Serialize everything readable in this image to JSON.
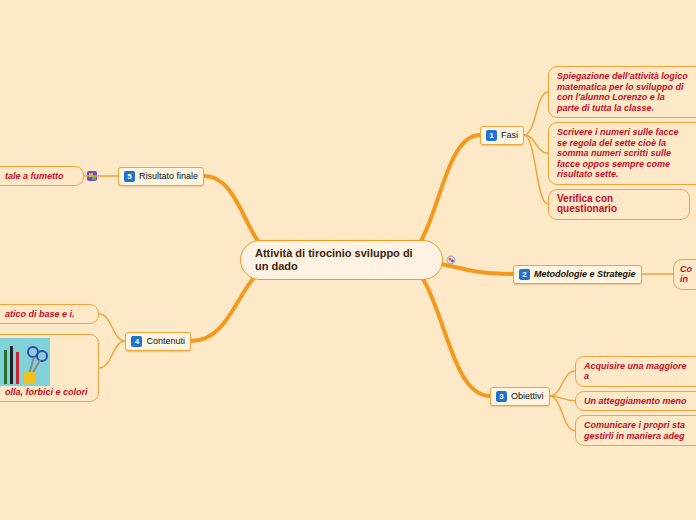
{
  "diagram": {
    "nodes": [
      {
        "text": [
          "Attività di tirocinio sviluppo di un dado"
        ]
      },
      {
        "text": [
          "1",
          "Fasi"
        ]
      },
      {
        "text": [
          "Spiegazione dell'attività logico matematica per lo sviluppo di con l'alunno Lorenzo e la parte di tutta la classe."
        ]
      },
      {
        "text": [
          "Scrivere i numeri sulle facce se regola del sette cioè la somma numeri scritti sulle facce oppos sempre come risultato sette."
        ]
      },
      {
        "text": [
          "Verifica con questionario"
        ]
      },
      {
        "text": [
          "2",
          "Metodologie e Strategie"
        ]
      },
      {
        "text": [
          "Co in"
        ]
      },
      {
        "text": [
          "3",
          "Obiettivi"
        ]
      },
      {
        "text": [
          "Acquisire una maggiore a"
        ]
      },
      {
        "text": [
          "Un atteggiamento meno"
        ]
      },
      {
        "text": [
          "Comunicare i propri sta gestirli in maniera adeg"
        ]
      },
      {
        "text": [
          "4",
          "Contenuti"
        ]
      },
      {
        "text": [
          "atico di base e i."
        ]
      },
      {
        "text": [
          "olla, forbici e colori"
        ]
      },
      {
        "text": [
          "5",
          "Risultato finale"
        ]
      },
      {
        "text": [
          "tale a fumetto"
        ]
      }
    ],
    "edges": [
      {
        "from": 0,
        "to": 1,
        "arrow": "none"
      },
      {
        "from": 0,
        "to": 5,
        "arrow": "none"
      },
      {
        "from": 0,
        "to": 7,
        "arrow": "none"
      },
      {
        "from": 0,
        "to": 11,
        "arrow": "none"
      },
      {
        "from": 0,
        "to": 14,
        "arrow": "none"
      },
      {
        "from": 1,
        "to": 2,
        "arrow": "none"
      },
      {
        "from": 1,
        "to": 3,
        "arrow": "none"
      },
      {
        "from": 1,
        "to": 4,
        "arrow": "none"
      },
      {
        "from": 5,
        "to": 6,
        "arrow": "none"
      },
      {
        "from": 7,
        "to": 8,
        "arrow": "none"
      },
      {
        "from": 7,
        "to": 9,
        "arrow": "none"
      },
      {
        "from": 7,
        "to": 10,
        "arrow": "none"
      },
      {
        "from": 11,
        "to": 12,
        "arrow": "none"
      },
      {
        "from": 11,
        "to": 13,
        "arrow": "none"
      },
      {
        "from": 14,
        "to": 15,
        "arrow": "none"
      }
    ]
  }
}
